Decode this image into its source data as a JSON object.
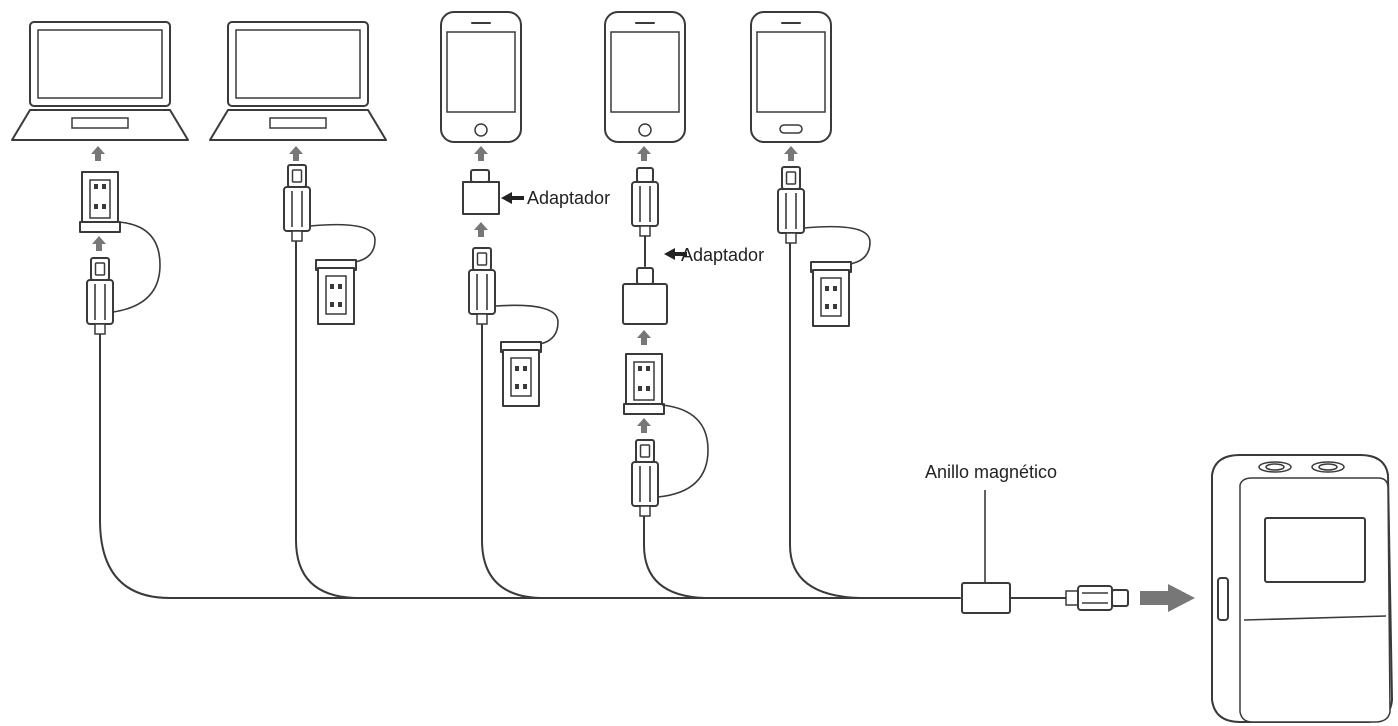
{
  "labels": {
    "adapter_1": "Adaptador",
    "adapter_2": "Adaptador",
    "magnetic_ring": "Anillo magnético"
  },
  "colors": {
    "stroke": "#3a3a3a",
    "arrow": "#777777",
    "screen_fill": "#ffffff",
    "background": "#ffffff"
  },
  "icons": [
    "laptop-icon",
    "smartphone-icon",
    "usb-a-connector-icon",
    "usb-c-connector-icon",
    "lightning-connector-icon",
    "magnetic-ring-icon",
    "portable-device-icon"
  ]
}
